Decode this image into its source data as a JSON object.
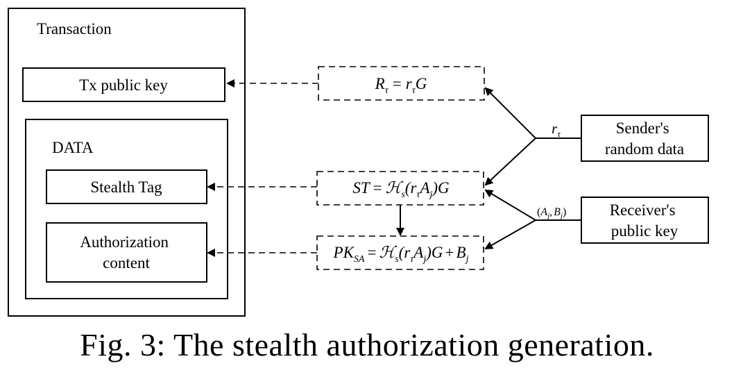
{
  "transaction_label": "Transaction",
  "tx_public_key_label": "Tx public key",
  "data_label": "DATA",
  "stealth_tag_label": "Stealth Tag",
  "authorization_content_label": [
    "Authorization",
    "content"
  ],
  "sender_random_data_label": [
    "Sender's",
    "random data"
  ],
  "receiver_public_key_label": [
    "Receiver's",
    "public key"
  ],
  "formulas": {
    "r_tau_g": {
      "lhs": "R",
      "sub": "τ",
      "eq": "=",
      "rhs": "r",
      "rhs_sub": "τ",
      "g": "G"
    },
    "stealth_tag": {
      "lhs": "ST",
      "eq": "=",
      "h": "ℋ",
      "h_sub": "s",
      "open": "(r",
      "tau": "τ",
      "a": "A",
      "j": "j",
      "close": ")G"
    },
    "pk_sa": {
      "lhs": "PK",
      "lhs_sub": "SA",
      "eq": "=",
      "h": "ℋ",
      "h_sub": "s",
      "open": "(r",
      "tau": "τ",
      "a": "A",
      "j": "j",
      "close": ")G",
      "plus": "+",
      "b": "B",
      "bj": "j"
    }
  },
  "edge_labels": {
    "r_tau": {
      "r": "r",
      "sub": "τ"
    },
    "aj_bj": {
      "open": "(",
      "a": "A",
      "a_sub": "j",
      "comma": ",",
      "b": "B",
      "b_sub": "j",
      "close": ")"
    }
  },
  "caption": "Fig. 3: The stealth authorization generation."
}
